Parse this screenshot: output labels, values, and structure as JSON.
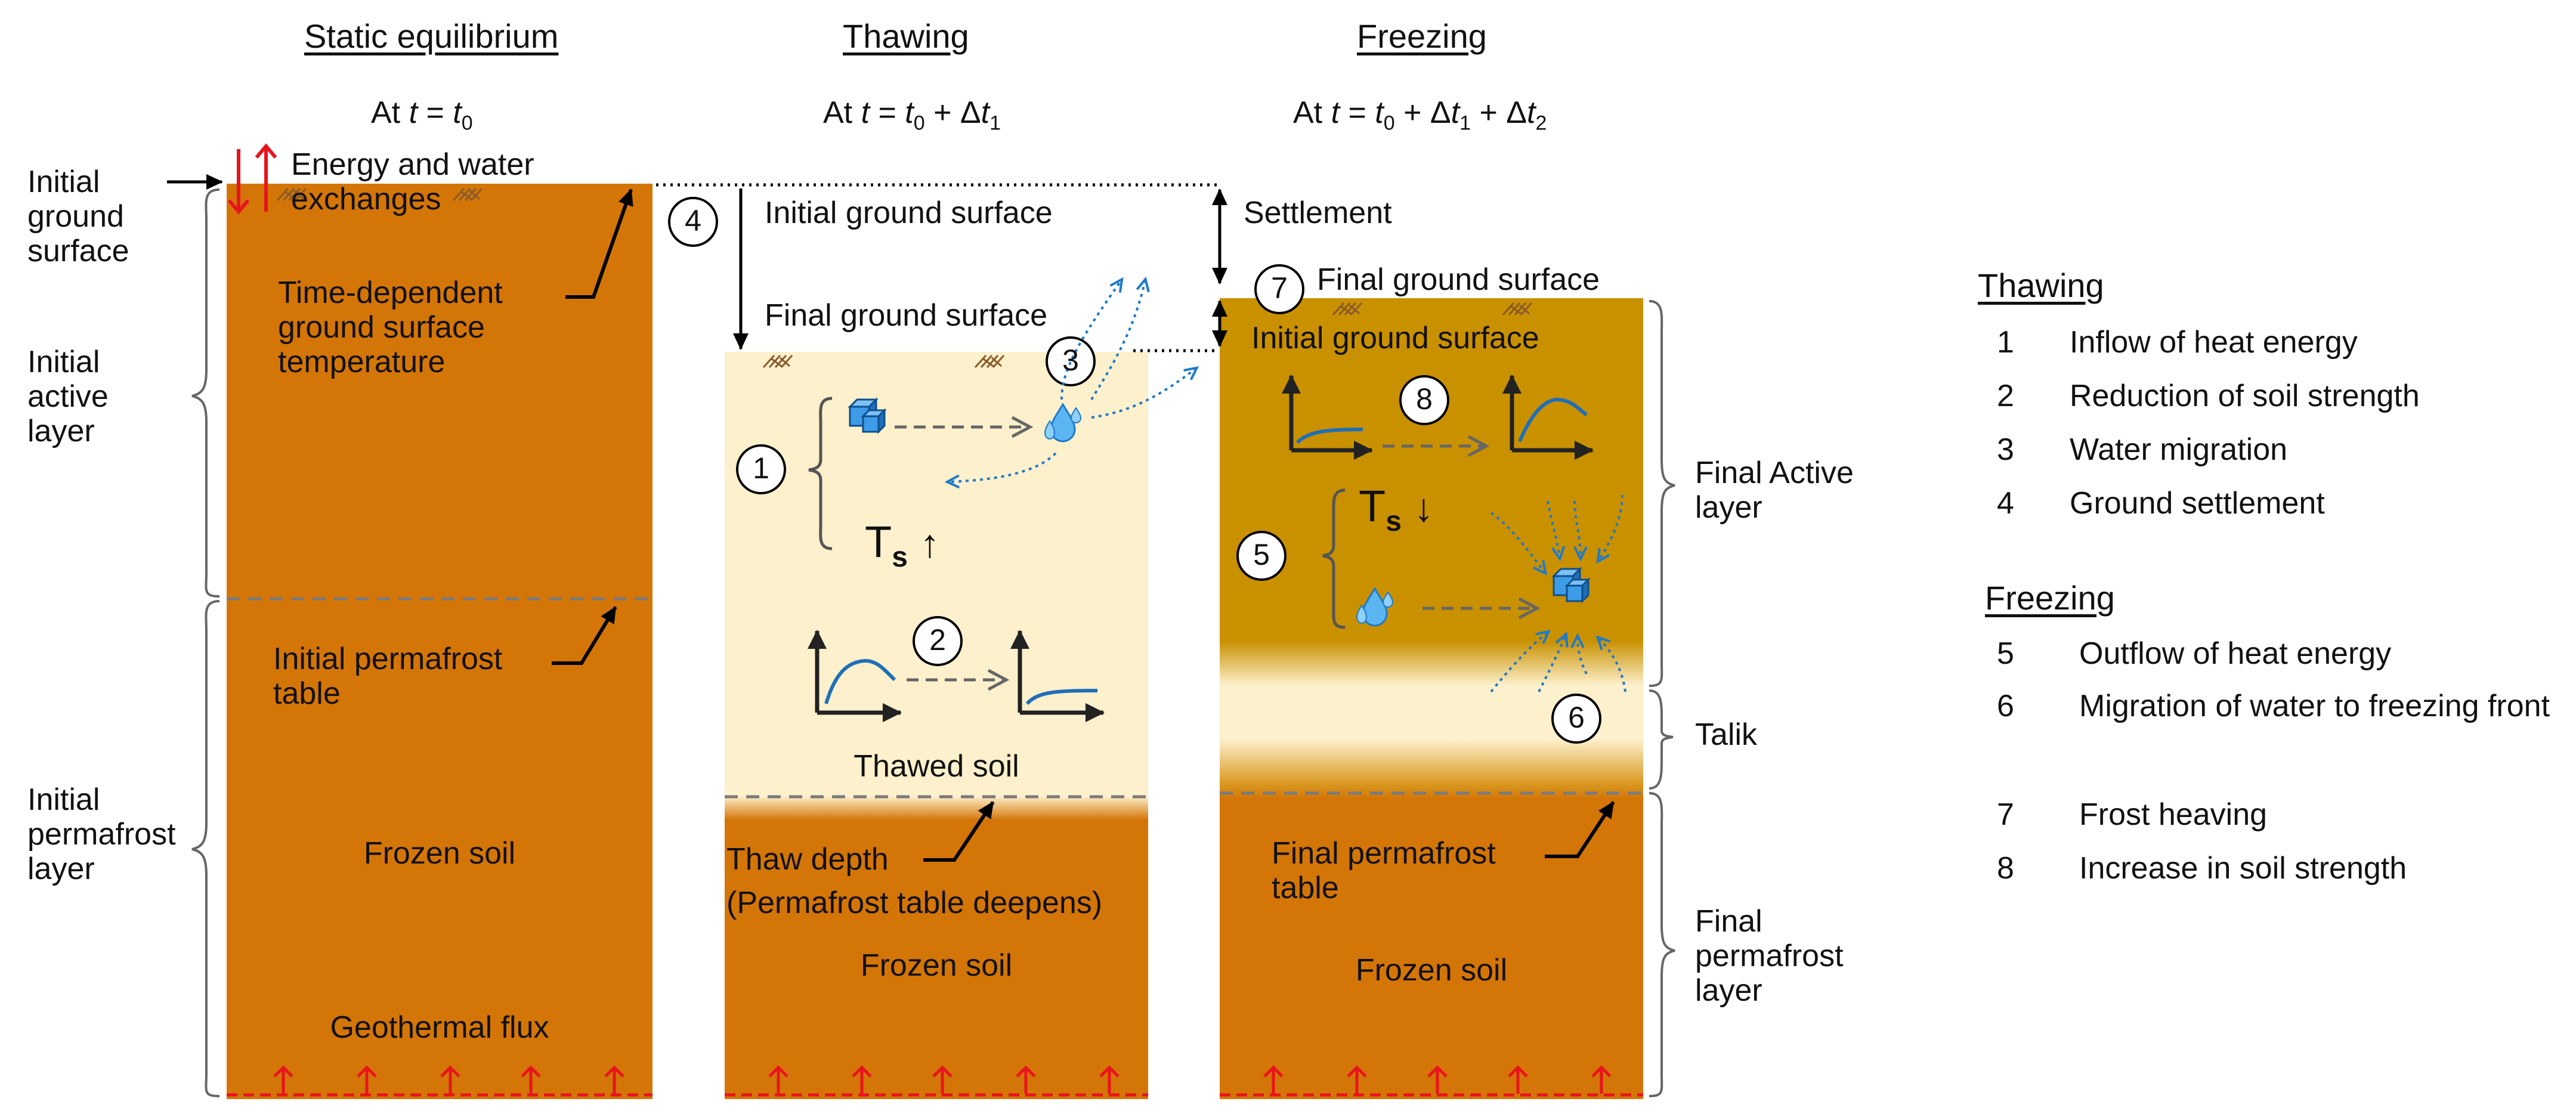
{
  "columns": {
    "static": {
      "title": "Static equilibrium",
      "time": "At t = t0"
    },
    "thawing": {
      "title": "Thawing",
      "time": "At t = t0 + Δt1"
    },
    "freezing": {
      "title": "Freezing",
      "time": "At t = t0 + Δt1 + Δt2"
    }
  },
  "left_labels": {
    "initial_ground_surface": "Initial ground surface",
    "initial_active_layer": "Initial active layer",
    "initial_permafrost_layer": "Initial permafrost layer"
  },
  "static_col": {
    "energy_exchange": "Energy and water exchanges",
    "ground_temp": "Time-dependent ground surface temperature",
    "permafrost_table": "Initial permafrost table",
    "frozen_soil": "Frozen soil",
    "geothermal_flux": "Geothermal flux"
  },
  "thaw_col": {
    "initial_ground_surface": "Initial ground surface",
    "final_ground_surface": "Final ground surface",
    "ts_label": "T",
    "ts_sub": "s",
    "ts_arrow": "↑",
    "thawed_soil": "Thawed soil",
    "thaw_depth": "Thaw depth",
    "thaw_depth_note": "(Permafrost table deepens)",
    "frozen_soil": "Frozen soil",
    "num1": "1",
    "num2": "2",
    "num3": "3",
    "num4": "4"
  },
  "freeze_col": {
    "settlement": "Settlement",
    "final_ground_surface": "Final ground surface",
    "initial_ground_surface": "Initial ground surface",
    "ts_label": "T",
    "ts_sub": "s",
    "ts_arrow": "↓",
    "final_permafrost_table": "Final permafrost table",
    "frozen_soil": "Frozen soil",
    "num5": "5",
    "num6": "6",
    "num7": "7",
    "num8": "8"
  },
  "right_labels": {
    "final_active_layer": "Final Active layer",
    "talik": "Talik",
    "final_permafrost_layer": "Final permafrost layer"
  },
  "legend": {
    "thawing_title": "Thawing",
    "thawing_items": [
      {
        "num": "1",
        "text": "Inflow of heat energy"
      },
      {
        "num": "2",
        "text": "Reduction of soil strength"
      },
      {
        "num": "3",
        "text": "Water migration"
      },
      {
        "num": "4",
        "text": "Ground settlement"
      }
    ],
    "freezing_title": "Freezing",
    "freezing_items": [
      {
        "num": "5",
        "text": "Outflow of heat energy"
      },
      {
        "num": "6",
        "text": "Migration of water to freezing front"
      },
      {
        "num": "7",
        "text": "Frost heaving"
      },
      {
        "num": "8",
        "text": "Increase in soil strength"
      }
    ]
  },
  "colors": {
    "frozen": "#d47508",
    "thawed": "#fdf0cc",
    "active_freeze": "#c99000",
    "arrow_red": "#e8141c",
    "water_blue": "#1f7ac9",
    "dash_grey": "#7a7a7a"
  }
}
